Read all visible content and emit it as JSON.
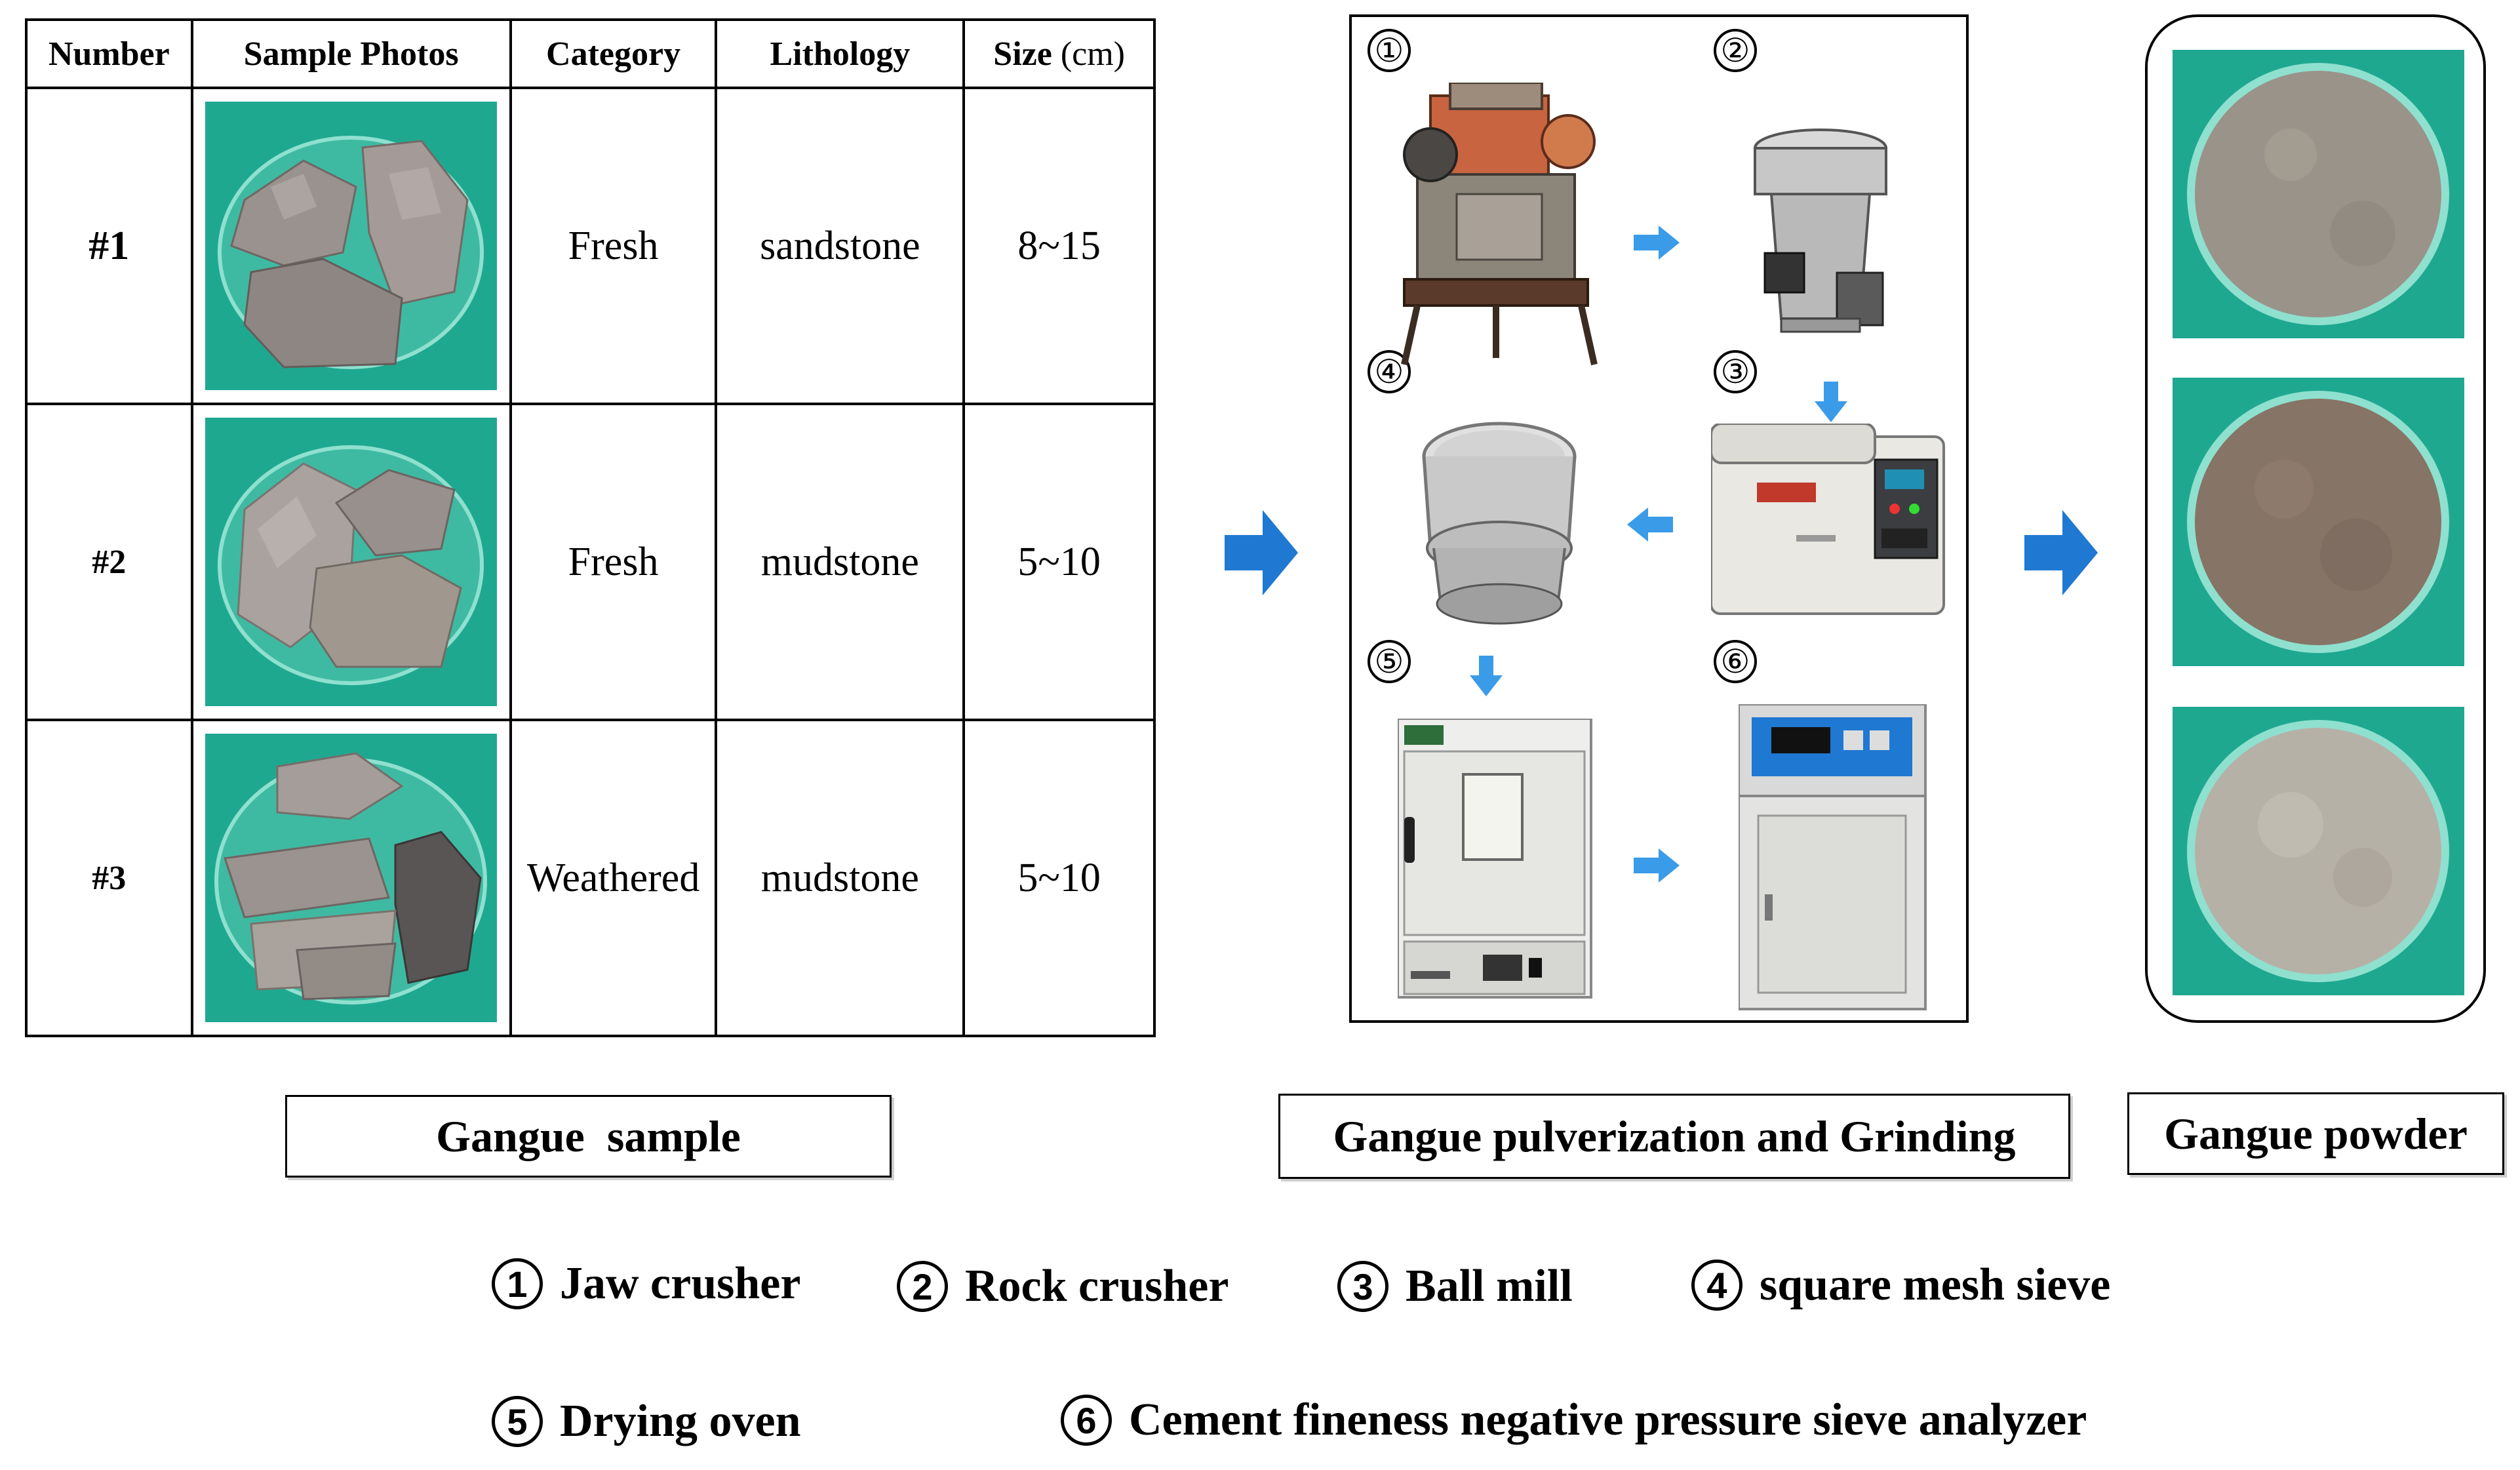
{
  "table": {
    "headers": [
      "Number",
      "Sample Photos",
      "Category",
      "Lithology",
      "Size"
    ],
    "size_unit": "(cm)",
    "rows": [
      {
        "number": "#1",
        "category": "Fresh",
        "lithology": "sandstone",
        "size": "8~15"
      },
      {
        "number": "#2",
        "category": "Fresh",
        "lithology": "mudstone",
        "size": "5~10"
      },
      {
        "number": "#3",
        "category": "Weathered",
        "lithology": "mudstone",
        "size": "5~10"
      }
    ]
  },
  "process": {
    "steps": [
      "①",
      "②",
      "③",
      "④",
      "⑤",
      "⑥"
    ]
  },
  "captions": {
    "gangue_sample": "Gangue  sample",
    "pulverization": "Gangue pulverization and Grinding",
    "powder": "Gangue powder"
  },
  "legend": [
    {
      "num": "1",
      "label": "Jaw crusher"
    },
    {
      "num": "2",
      "label": "Rock crusher"
    },
    {
      "num": "3",
      "label": "Ball mill"
    },
    {
      "num": "4",
      "label": "square mesh sieve"
    },
    {
      "num": "5",
      "label": "Drying oven"
    },
    {
      "num": "6",
      "label": "Cement fineness negative pressure sieve analyzer"
    }
  ],
  "colors": {
    "arrow_blue": "#1f78d1",
    "small_arrow_blue": "#3a9be8",
    "photo_background": "#1fa890"
  }
}
